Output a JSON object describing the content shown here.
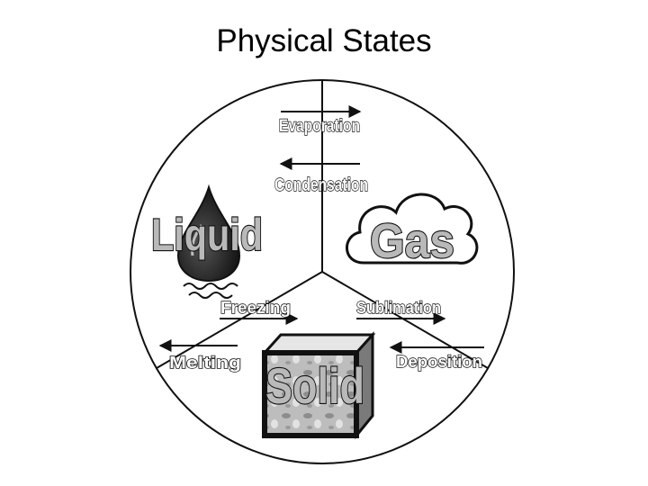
{
  "title": "Physical States",
  "states": {
    "liquid": "Liquid",
    "gas": "Gas",
    "solid": "Solid"
  },
  "transitions": {
    "evaporation": "Evaporation",
    "condensation": "Condensation",
    "freezing": "Freezing",
    "melting": "Melting",
    "sublimation": "Sublimation",
    "deposition": "Deposition"
  },
  "colors": {
    "line": "#111111",
    "state_fill": "#b9b9b9",
    "background": "#ffffff"
  },
  "icons": [
    "water-drop-icon",
    "cloud-icon",
    "cube-icon",
    "wave-icon"
  ]
}
